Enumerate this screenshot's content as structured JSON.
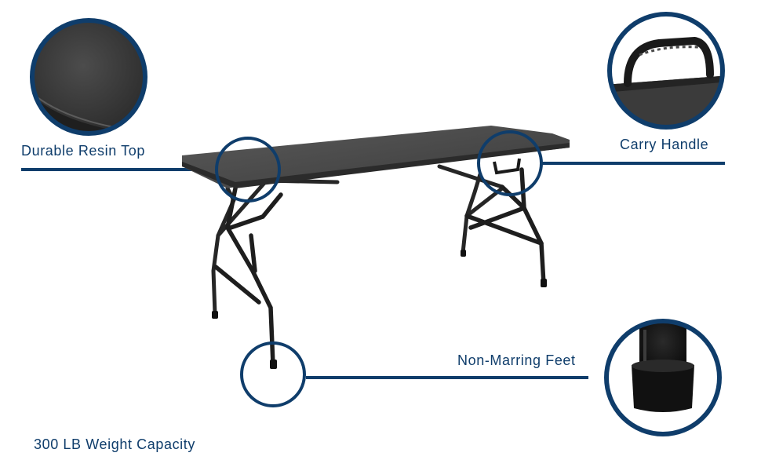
{
  "features": {
    "resin_top": {
      "label": "Durable Resin Top",
      "icon": "resin-top-closeup"
    },
    "carry_handle": {
      "label": "Carry Handle",
      "icon": "carry-handle-closeup"
    },
    "feet": {
      "label": "Non-Marring Feet",
      "icon": "rubber-foot-closeup"
    },
    "capacity": {
      "label": "300 LB Weight Capacity"
    }
  },
  "product": {
    "name": "folding-table"
  },
  "colors": {
    "accent": "#0f3d6b",
    "table_top": "#4a4a4a",
    "frame": "#262626"
  }
}
